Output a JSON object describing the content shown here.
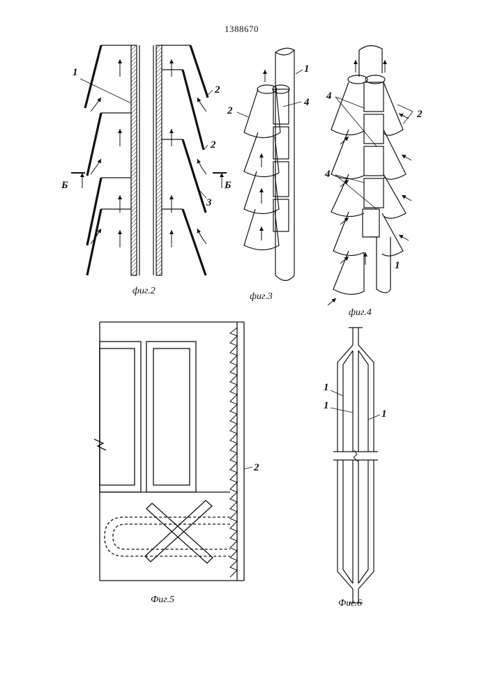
{
  "document": {
    "patent_number": "1388670"
  },
  "figures": {
    "fig2": {
      "caption": "фиг.2",
      "refs": {
        "r1": "1",
        "r2a": "2",
        "r2b": "2",
        "r3": "3"
      },
      "section_left": "Б",
      "section_right": "Б"
    },
    "fig3": {
      "caption": "фиг.3",
      "refs": {
        "r1": "1",
        "r2": "2",
        "r4": "4"
      }
    },
    "fig4": {
      "caption": "фиг.4",
      "refs": {
        "r4a": "4",
        "r4b": "4",
        "r2": "2",
        "r1": "1"
      }
    },
    "fig5": {
      "caption": "Фиг.5",
      "refs": {
        "r2": "2"
      }
    },
    "fig6": {
      "caption": "Фиг.6",
      "refs": {
        "r1a": "1",
        "r1b": "1",
        "r1c": "1"
      }
    }
  },
  "colors": {
    "ink": "#111111",
    "paper": "#ffffff"
  }
}
